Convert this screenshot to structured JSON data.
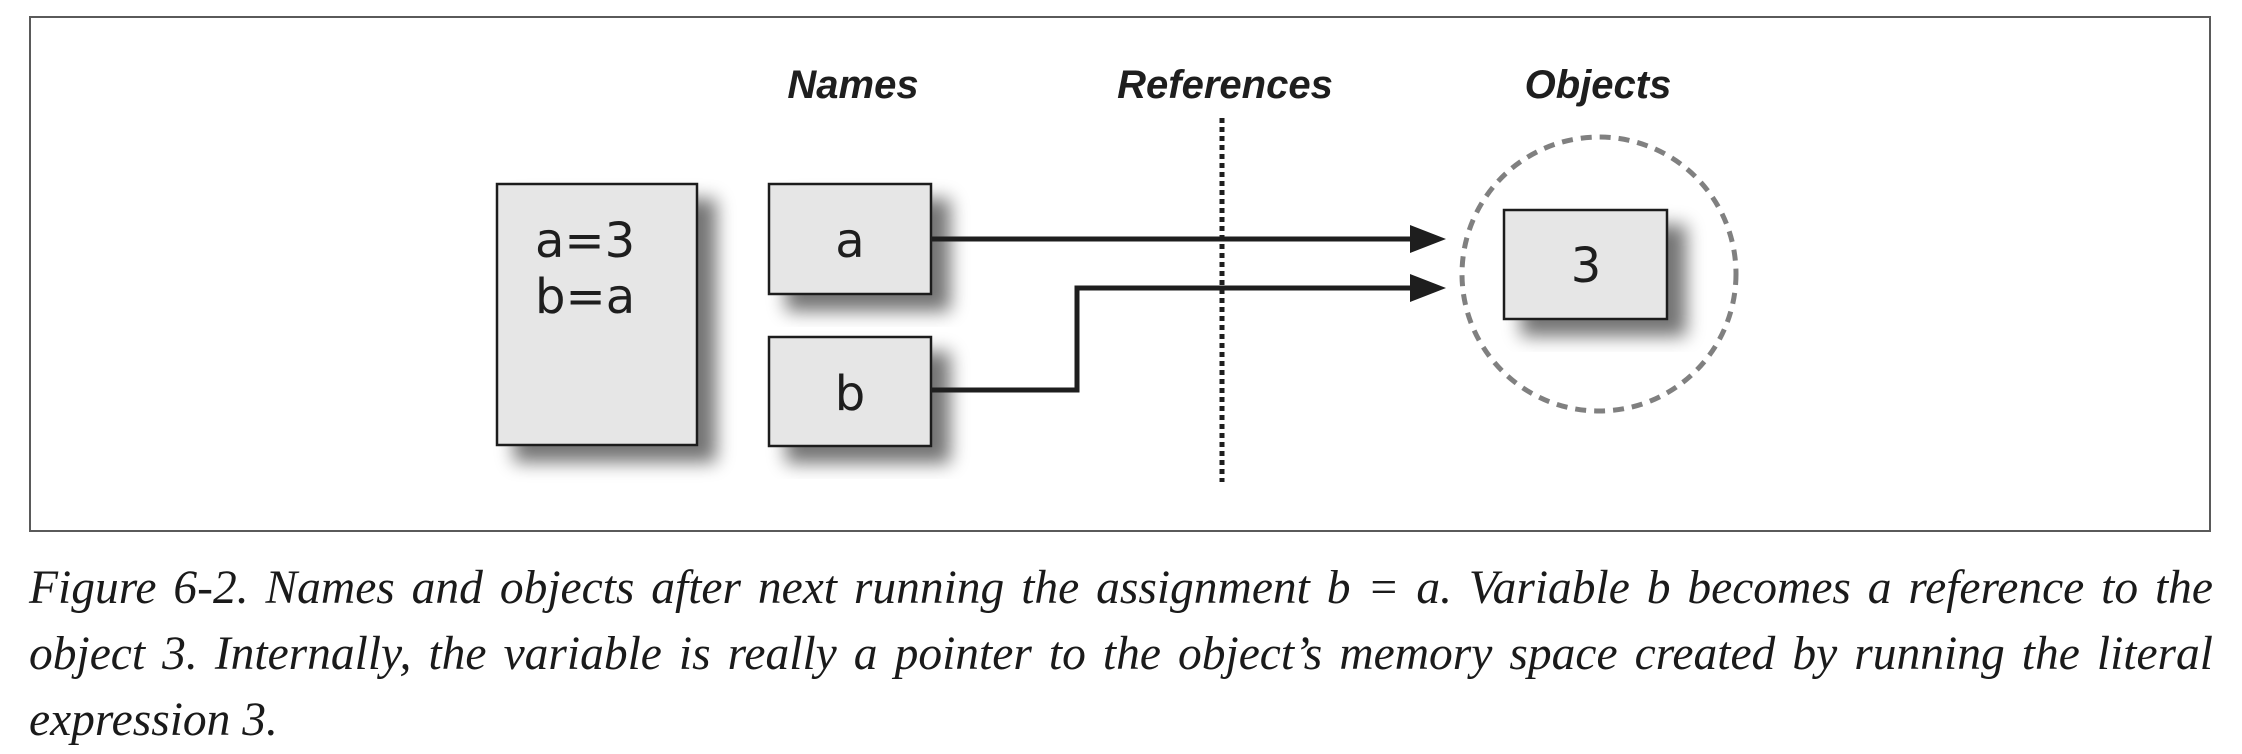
{
  "diagram": {
    "headers": {
      "names": "Names",
      "references": "References",
      "objects": "Objects"
    },
    "code_lines": [
      "a=3",
      "b=a"
    ],
    "name_a": "a",
    "name_b": "b",
    "object_value": "3"
  },
  "caption": "Figure 6-2. Names and objects after next running the assignment b = a. Variable b becomes a reference to the object 3. Internally, the variable is really a pointer to the object’s memory space created by running the literal expression 3.",
  "colors": {
    "box_fill": "#e6e6e6",
    "stroke": "#1e1e1e",
    "dashed_circle": "#808080",
    "shadow": "#9a9a9a"
  }
}
